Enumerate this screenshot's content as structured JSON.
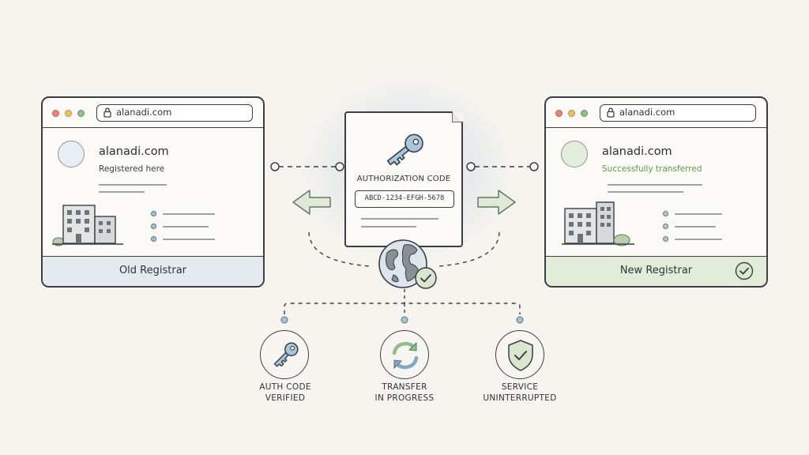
{
  "old_registrar": {
    "url": "alanadi.com",
    "domain": "alanadi.com",
    "subtitle": "Registered here",
    "footer_label": "Old Registrar"
  },
  "new_registrar": {
    "url": "alanadi.com",
    "domain": "alanadi.com",
    "subtitle": "Successfully transferred",
    "footer_label": "New Registrar"
  },
  "auth_document": {
    "title": "AUTHORIZATION CODE",
    "code": "ABCD-1234-EFGH-5678"
  },
  "statuses": [
    {
      "line1": "AUTH CODE",
      "line2": "VERIFIED",
      "icon": "key-icon"
    },
    {
      "line1": "TRANSFER",
      "line2": "IN PROGRESS",
      "icon": "sync-arrows-icon"
    },
    {
      "line1": "SERVICE",
      "line2": "UNINTERRUPTED",
      "icon": "shield-check-icon"
    }
  ],
  "colors": {
    "outline": "#3b3f45",
    "blue_accent": "#a9c2cf",
    "green_accent": "#8fbf8a",
    "success_text": "#5e9a4f"
  }
}
